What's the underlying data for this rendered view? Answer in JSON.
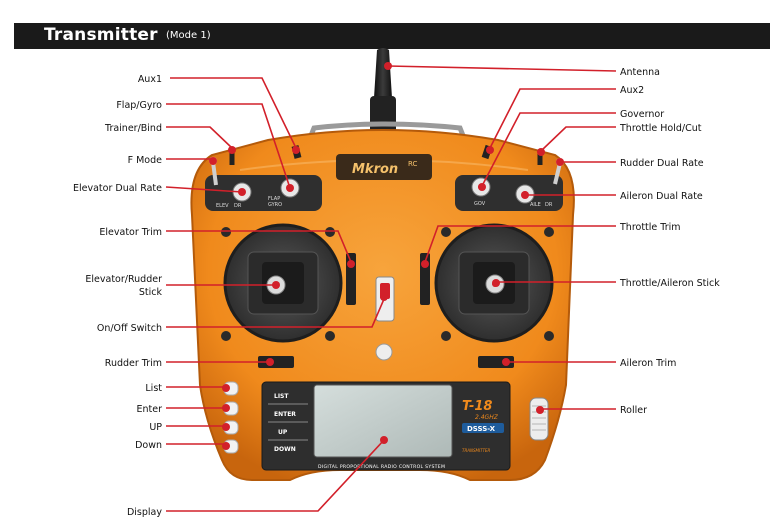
{
  "header": {
    "title": "Transmitter",
    "subtitle": "(Mode 1)"
  },
  "device": {
    "brand": "Mkron",
    "brand_suffix": "RC",
    "model": "T-18",
    "band": "2.4GHZ",
    "protocol": "DSSS-X",
    "tx_badge": "TRANSMITTER",
    "footer": "DIGITAL PROPORTIONAL RADIO CONTROL SYSTEM",
    "keys": [
      "LIST",
      "ENTER",
      "UP",
      "DOWN"
    ],
    "switch_left": [
      "ELEV",
      "DR"
    ],
    "switch_left2": [
      "FLAP",
      "GYRO"
    ],
    "switch_right": [
      "GOV"
    ],
    "switch_right2": [
      "AILE",
      "DR"
    ]
  },
  "labels_left": [
    "Aux1",
    "Flap/Gyro",
    "Trainer/Bind",
    "F Mode",
    "Elevator Dual Rate",
    "Elevator Trim",
    "Elevator/Rudder",
    "Stick",
    "On/Off Switch",
    "Rudder Trim",
    "List",
    "Enter",
    "UP",
    "Down",
    "Display"
  ],
  "labels_right": [
    "Antenna",
    "Aux2",
    "Governor",
    "Throttle Hold/Cut",
    "Rudder Dual Rate",
    "Aileron Dual Rate",
    "Throttle Trim",
    "Throttle/Aileron Stick",
    "Aileron Trim",
    "Roller"
  ],
  "colors": {
    "body": "#f08a1c",
    "body_dark": "#c8650d",
    "leader": "#d2202a",
    "panel": "#3a3a3a",
    "lcd": "#c9d3d1",
    "title_bar": "#1a1a1a"
  }
}
